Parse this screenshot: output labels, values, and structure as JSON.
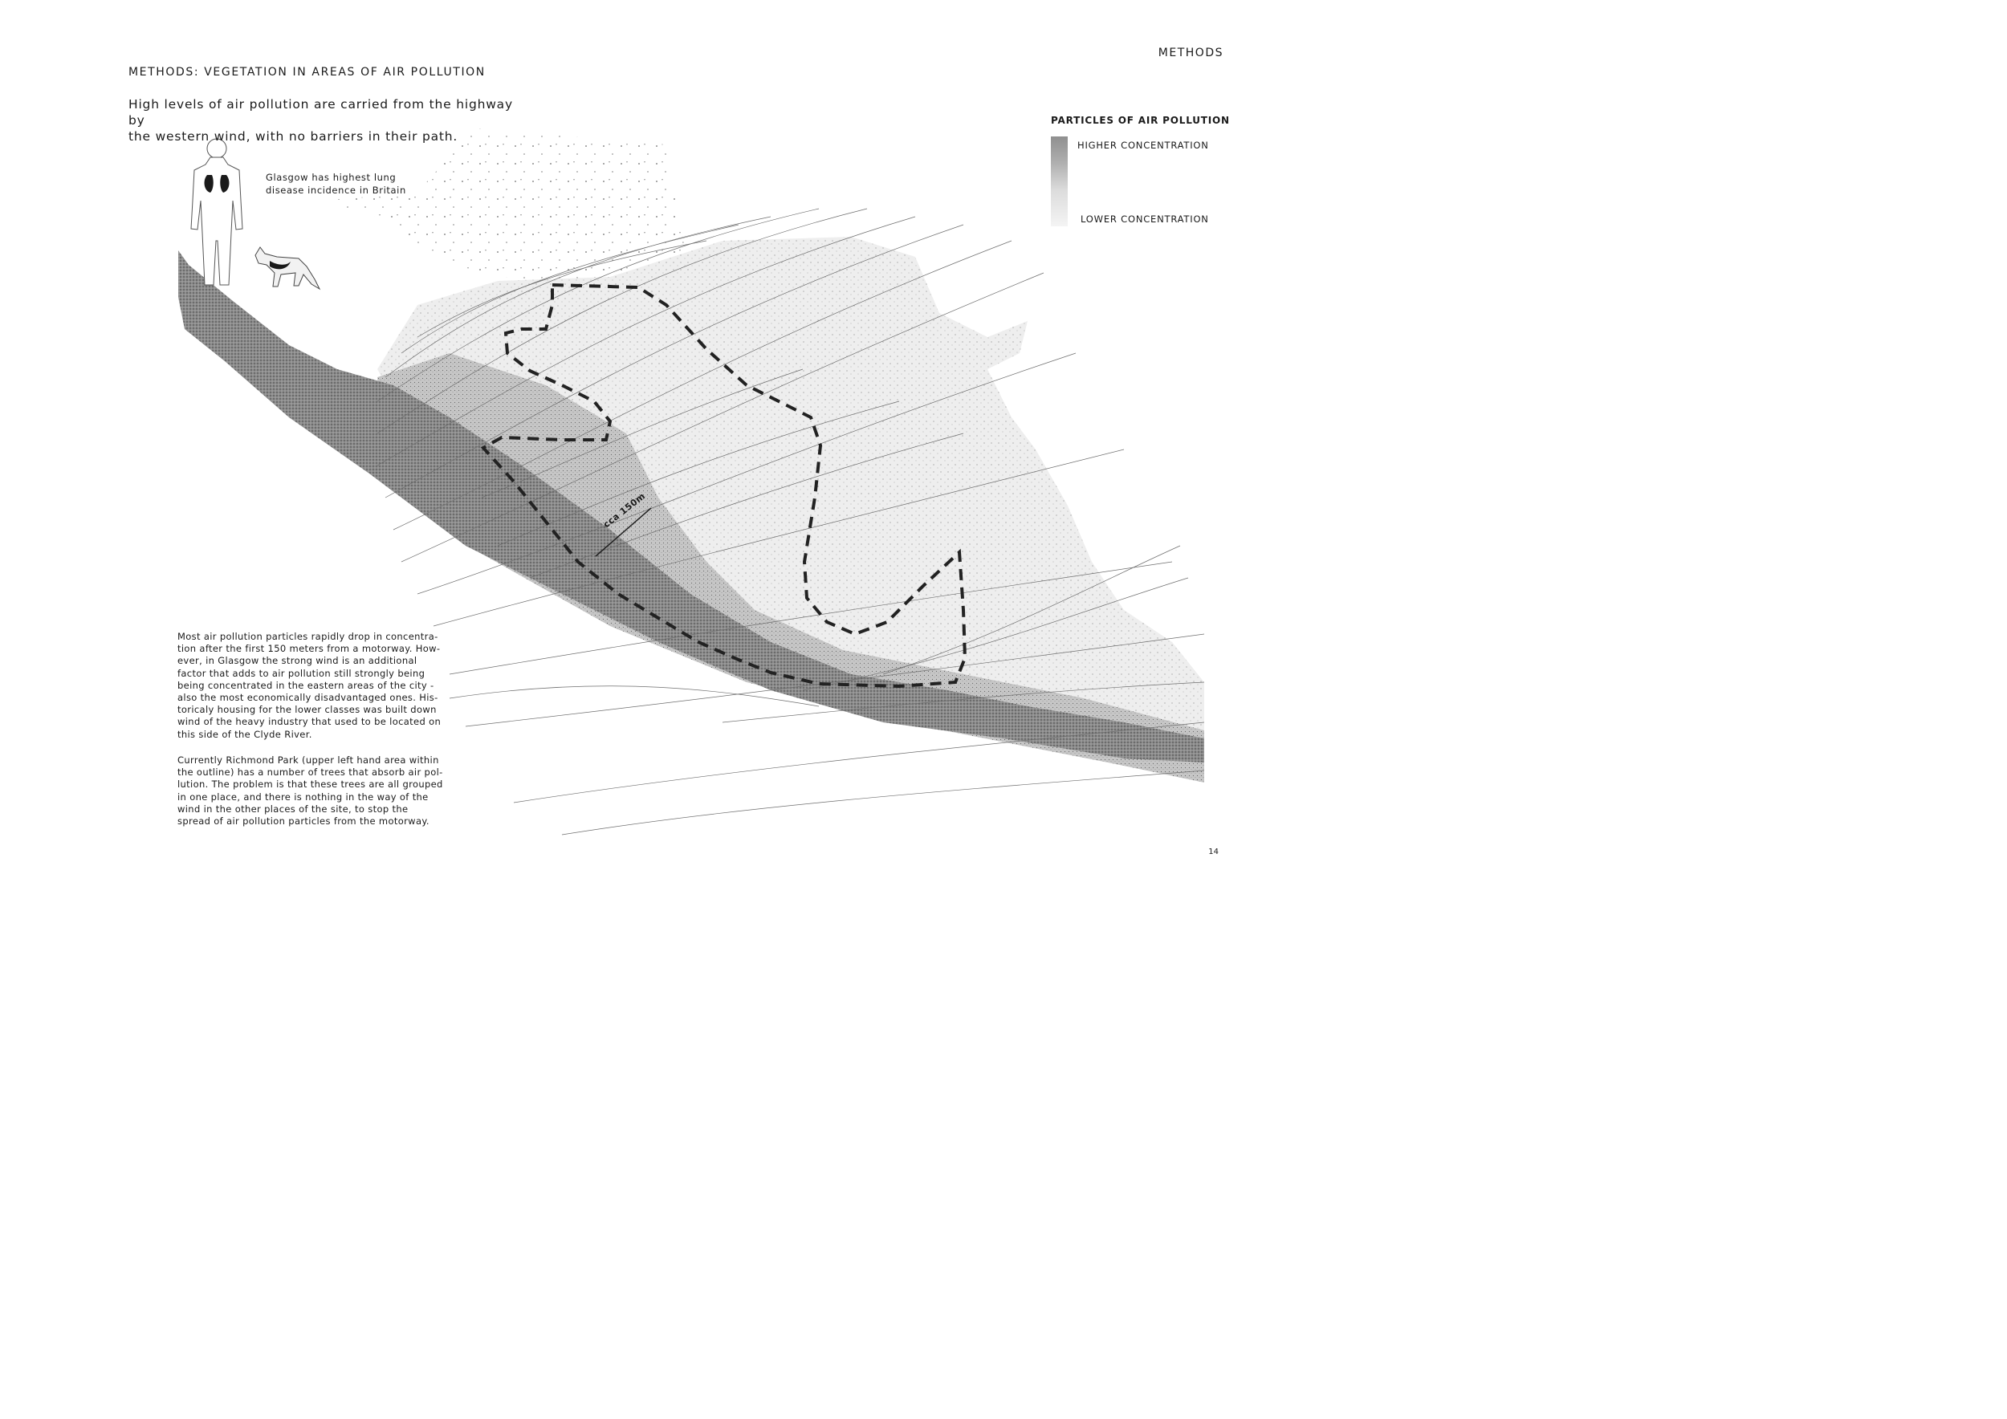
{
  "header": {
    "section_label": "METHODS",
    "title": "METHODS: VEGETATION IN AREAS OF AIR POLLUTION",
    "intro_line1": "High levels of air pollution are carried from the highway by",
    "intro_line2": "the western wind, with no barriers in their path."
  },
  "figure": {
    "human_caption_line1": "Glasgow has highest lung",
    "human_caption_line2": "disease incidence in Britain",
    "distance_label": "cca 150m",
    "icons": [
      "human-lungs-icon",
      "fox-icon"
    ],
    "colors": {
      "outline": "#2a2a2a",
      "high_concentration": "#8f8f8f",
      "low_concentration": "#e8e8e8",
      "wind_lines": "#6e6e6e"
    }
  },
  "legend": {
    "title": "PARTICLES OF AIR POLLUTION",
    "high_label": "HIGHER CONCENTRATION",
    "low_label": "LOWER CONCENTRATION"
  },
  "body": {
    "para1": [
      "Most air pollution particles rapidly drop in concentra-",
      "tion after the first 150 meters from a motorway. How-",
      "ever, in Glasgow the strong wind is an additional",
      "factor that adds to air pollution still strongly being",
      "being concentrated in the eastern areas of the city -",
      "also the most economically disadvantaged ones. His-",
      "toricaly housing for the lower classes was built down",
      "wind of the heavy industry that used to be located on",
      "this side of the Clyde River."
    ],
    "para2": [
      "Currently Richmond Park (upper left hand area within",
      "the outline) has a number of trees that absorb air pol-",
      "lution. The problem is that these trees are all grouped",
      "in one place, and there is nothing in the way of the",
      "wind in the  other places of the site, to stop the",
      "spread of air pollution particles from the motorway."
    ]
  },
  "footer": {
    "page_number": "14"
  }
}
